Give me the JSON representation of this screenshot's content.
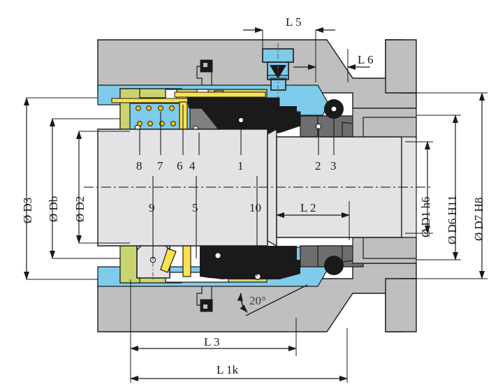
{
  "drawing": {
    "title": "Mechanical seal cartridge cross-section drawing",
    "angle_label": "20°",
    "colors": {
      "housing_gray": "#bfbfbf",
      "shaft_gray": "#e3e3e5",
      "fluid_blue": "#7fcbeb",
      "gasket_olive": "#c9d470",
      "spring_yellow": "#ffe14d",
      "seal_black": "#1a1a1a",
      "ring_darkgray": "#6e6e6e",
      "line": "#1a1a1a"
    }
  },
  "part_callouts": {
    "upper": [
      {
        "id": "8",
        "label": "8"
      },
      {
        "id": "7",
        "label": "7"
      },
      {
        "id": "6",
        "label": "6"
      },
      {
        "id": "4",
        "label": "4"
      },
      {
        "id": "1",
        "label": "1"
      },
      {
        "id": "2",
        "label": "2"
      },
      {
        "id": "3",
        "label": "3"
      }
    ],
    "lower": [
      {
        "id": "9",
        "label": "9"
      },
      {
        "id": "5",
        "label": "5"
      },
      {
        "id": "10",
        "label": "10"
      }
    ]
  },
  "dimensions": {
    "left": [
      {
        "name": "D3",
        "prefix": "Ø D",
        "sub": "3",
        "label": "Ø D3"
      },
      {
        "name": "Db",
        "prefix": "Ø D",
        "sub": "b",
        "label": "Ø Db"
      },
      {
        "name": "D2",
        "prefix": "Ø D",
        "sub": "2",
        "label": "Ø D2"
      }
    ],
    "right": [
      {
        "name": "D1",
        "label": "Ø D1 h6"
      },
      {
        "name": "D6",
        "label": "Ø D6 H11"
      },
      {
        "name": "D7",
        "label": "Ø D7 H8"
      }
    ],
    "top": [
      {
        "name": "L5",
        "label": "L 5"
      },
      {
        "name": "L6",
        "label": "L 6"
      }
    ],
    "middle": [
      {
        "name": "L2",
        "label": "L 2"
      }
    ],
    "bottom": [
      {
        "name": "L3",
        "label": "L 3"
      },
      {
        "name": "L1k",
        "label": "L 1k"
      }
    ]
  }
}
